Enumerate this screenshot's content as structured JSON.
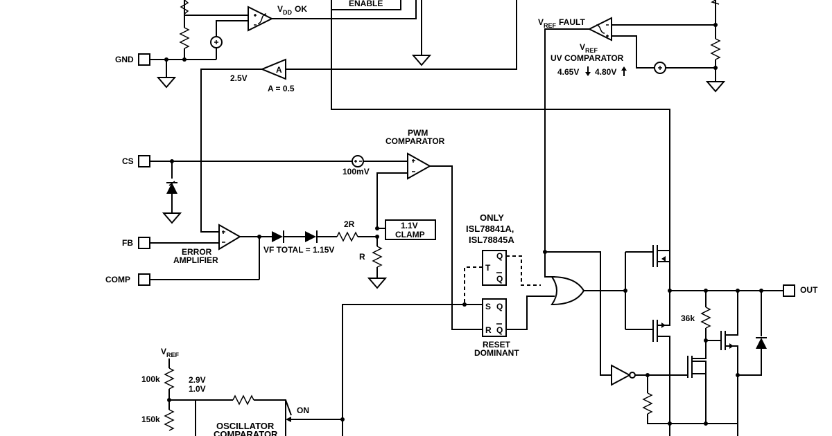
{
  "pins": {
    "gnd": "GND",
    "cs": "CS",
    "fb": "FB",
    "comp": "COMP",
    "out": "OUT"
  },
  "labels": {
    "vdd": "V",
    "vdd_sub": "DD",
    "vdd_ok": "OK",
    "enable": "ENABLE",
    "vref_fault_v": "V",
    "vref_fault_sub": "REF",
    "vref_fault_text": "FAULT",
    "uv_v": "V",
    "uv_sub": "REF",
    "uv_comp": "UV COMPARATOR",
    "uv_lo": "4.65V",
    "uv_hi": "4.80V",
    "v25": "2.5V",
    "amp_a": "A",
    "gain": "A = 0.5",
    "pwm1": "PWM",
    "pwm2": "COMPARATOR",
    "mv100": "100mV",
    "only": "ONLY",
    "isl1": "ISL78841A,",
    "isl2": "ISL78845A",
    "clamp1": "1.1V",
    "clamp2": "CLAMP",
    "r2": "2R",
    "r": "R",
    "vf_total": "VF TOTAL = 1.15V",
    "err1": "ERROR",
    "err2": "AMPLIFIER",
    "t": "T",
    "q": "Q",
    "qbar": "Q",
    "s": "S",
    "rr": "R",
    "reset1": "RESET",
    "reset2": "DOMINANT",
    "r36k": "36k",
    "vref_v": "V",
    "vref_sub": "REF",
    "r100k": "100k",
    "r150k": "150k",
    "v29": "2.9V",
    "v10": "1.0V",
    "on": "ON",
    "osc1": "OSCILLATOR",
    "osc2": "COMPARATOR"
  }
}
